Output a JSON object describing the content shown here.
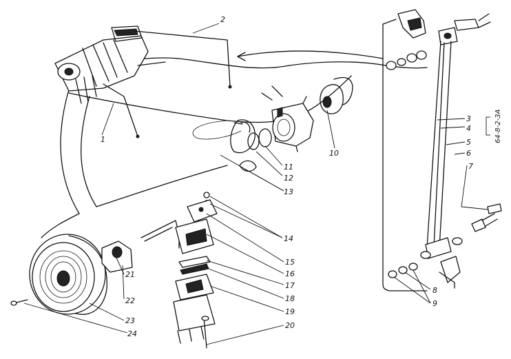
{
  "figure_code": "64-8-2-3A",
  "callouts": [
    {
      "id": "c1",
      "text": "1"
    },
    {
      "id": "c2",
      "text": "2"
    },
    {
      "id": "c3",
      "text": "3"
    },
    {
      "id": "c4",
      "text": "4"
    },
    {
      "id": "c5",
      "text": "5"
    },
    {
      "id": "c6",
      "text": "6"
    },
    {
      "id": "c7",
      "text": "7"
    },
    {
      "id": "c8",
      "text": "8"
    },
    {
      "id": "c9",
      "text": "9"
    },
    {
      "id": "c10",
      "text": "10"
    },
    {
      "id": "c11",
      "text": "11"
    },
    {
      "id": "c12",
      "text": "12"
    },
    {
      "id": "c13",
      "text": "13"
    },
    {
      "id": "c14",
      "text": "14"
    },
    {
      "id": "c15",
      "text": "15"
    },
    {
      "id": "c16",
      "text": "16"
    },
    {
      "id": "c17",
      "text": "17"
    },
    {
      "id": "c18",
      "text": "18"
    },
    {
      "id": "c19",
      "text": "19"
    },
    {
      "id": "c20",
      "text": "20"
    },
    {
      "id": "c21",
      "text": "21"
    },
    {
      "id": "c22",
      "text": "22"
    },
    {
      "id": "c23",
      "text": "23"
    },
    {
      "id": "c24",
      "text": "24"
    }
  ]
}
